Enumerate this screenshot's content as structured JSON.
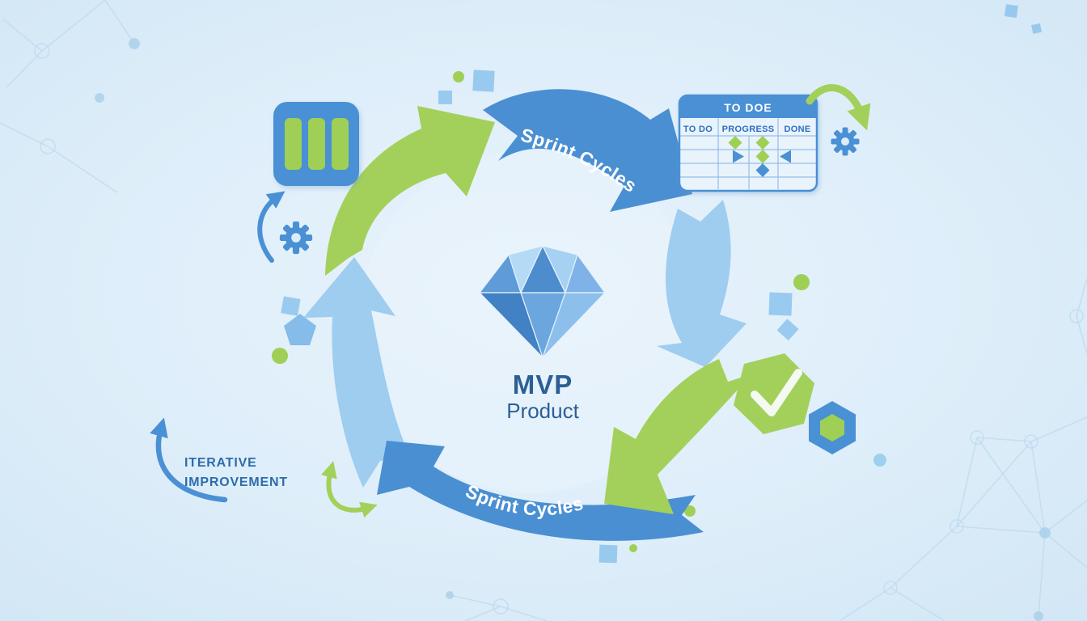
{
  "colors": {
    "background": "#d8eaf7",
    "primary_blue": "#4a90d5",
    "light_blue": "#9ecdf0",
    "green": "#a3d05a",
    "gem_text_blue": "#2c5f95",
    "annotation_blue": "#2e6cab",
    "ribbon_text": "#ffffff"
  },
  "center": {
    "icon": "diamond-gem-icon",
    "title": "MVP",
    "subtitle": "Product"
  },
  "cycle": {
    "top_label": "Sprint Cycles",
    "bottom_label": "Sprint Cycles"
  },
  "annotation": {
    "line1": "ITERATIVE",
    "line2": "IMPROVEMENT"
  },
  "kanban_board": {
    "title": "TO DOE",
    "columns": [
      "TO DO",
      "PROGRESS",
      "DONE"
    ],
    "cards": [
      {
        "row": 1,
        "col": 2,
        "shape": "diamond",
        "color": "green"
      },
      {
        "row": 1,
        "col": 3,
        "shape": "diamond",
        "color": "green"
      },
      {
        "row": 2,
        "col": 2,
        "shape": "triangle-right",
        "color": "blue"
      },
      {
        "row": 2,
        "col": 3,
        "shape": "diamond",
        "color": "green"
      },
      {
        "row": 2,
        "col": 4,
        "shape": "triangle-left",
        "color": "blue"
      },
      {
        "row": 3,
        "col": 3,
        "shape": "diamond",
        "color": "blue"
      }
    ]
  },
  "icons": {
    "kanban_columns": "kanban-columns-icon",
    "gear_left": "gear-icon",
    "gear_right": "gear-icon",
    "check_hexagon": "check-hexagon-icon",
    "nested_hexagon": "nested-hexagon-icon"
  }
}
